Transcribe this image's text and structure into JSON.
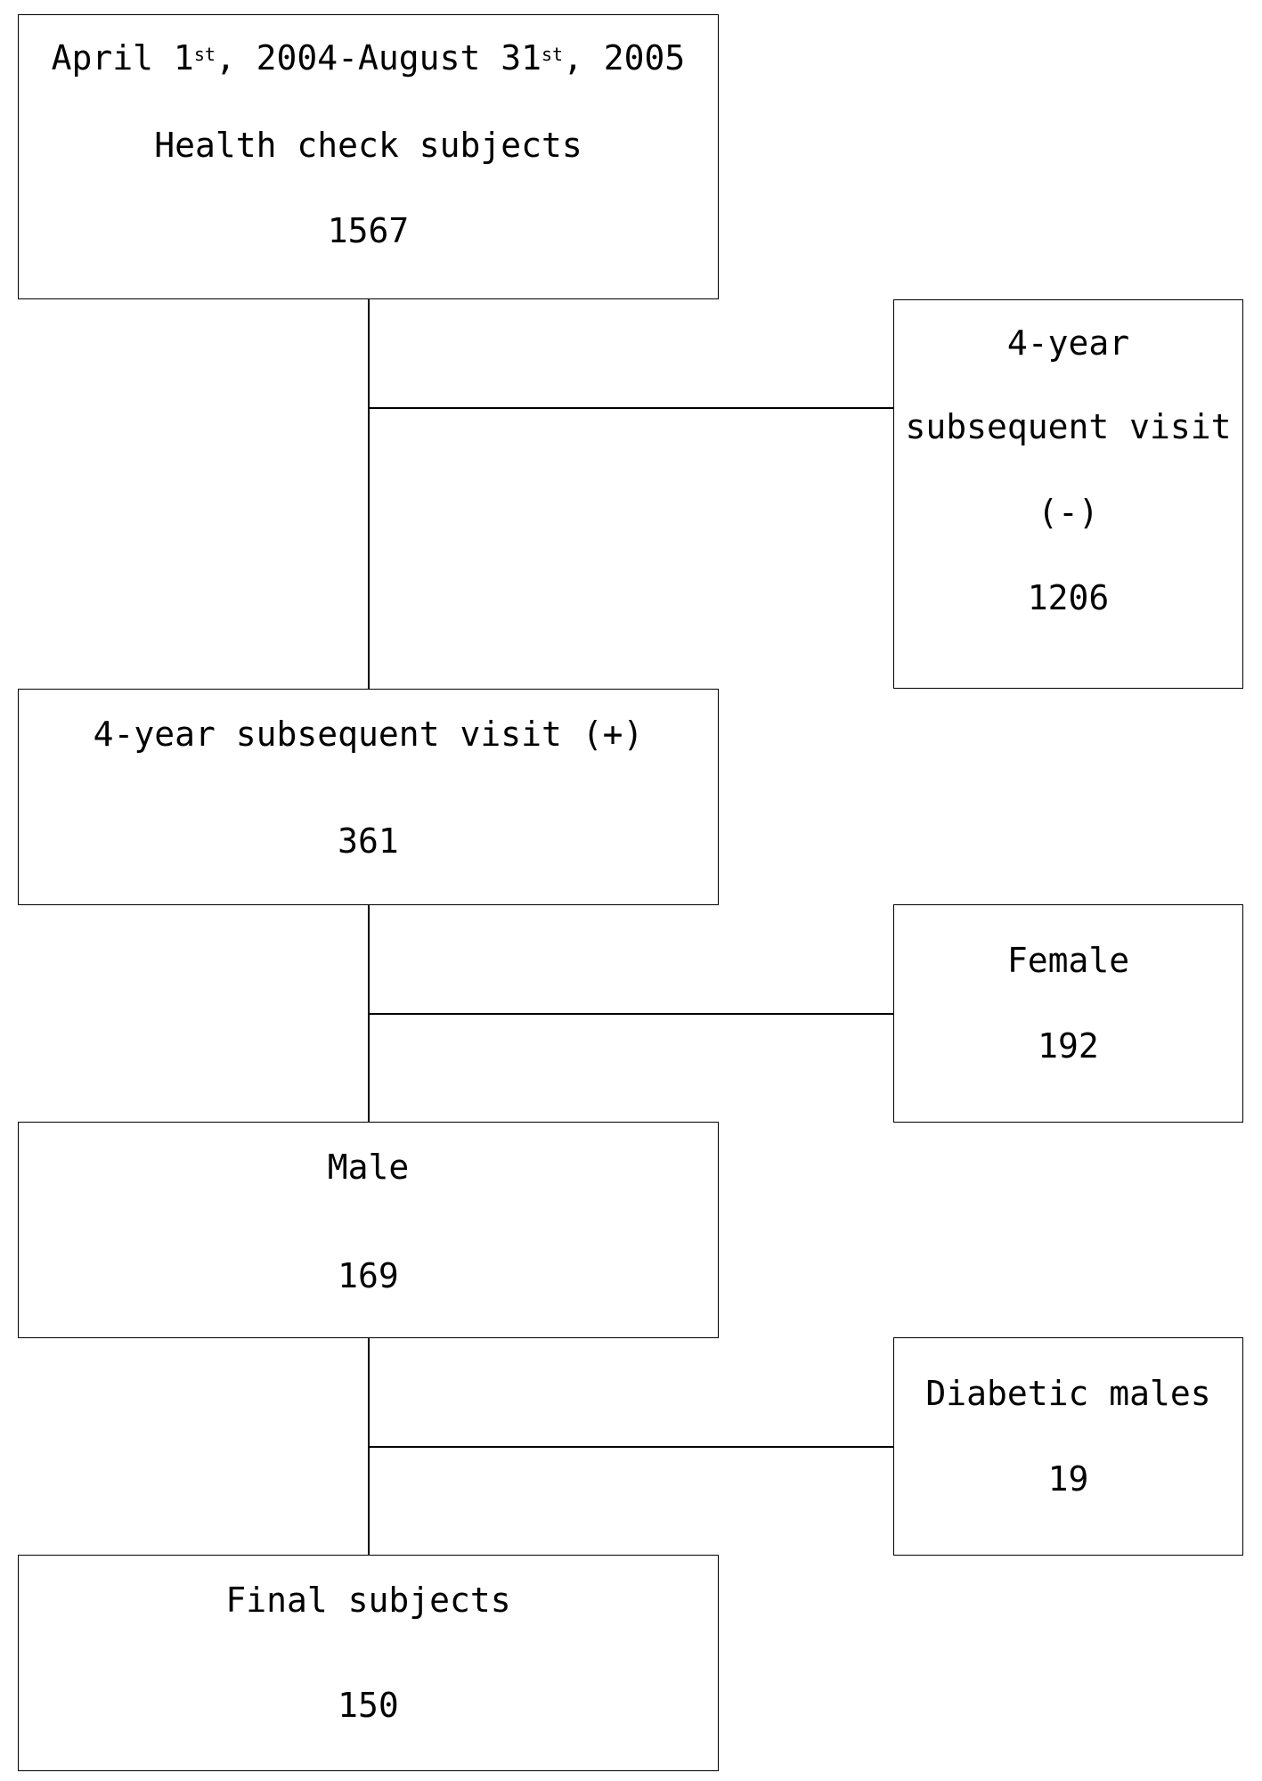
{
  "boxes": {
    "start": {
      "date_a": "April 1",
      "date_a_sup": "st",
      "date_mid": ", 2004-August 31",
      "date_b_sup": "st",
      "date_end": ", 2005",
      "label": "Health check subjects",
      "count": "1567"
    },
    "excluded_no_visit": {
      "line1": "4-year",
      "line2": "subsequent visit",
      "line3": "(-)",
      "count": "1206"
    },
    "visit_plus": {
      "label": "4-year subsequent visit (+)",
      "count": "361"
    },
    "excluded_female": {
      "label": "Female",
      "count": "192"
    },
    "male": {
      "label": "Male",
      "count": "169"
    },
    "excluded_diabetic": {
      "label": "Diabetic males",
      "count": "19"
    },
    "final": {
      "label": "Final subjects",
      "count": "150"
    }
  }
}
